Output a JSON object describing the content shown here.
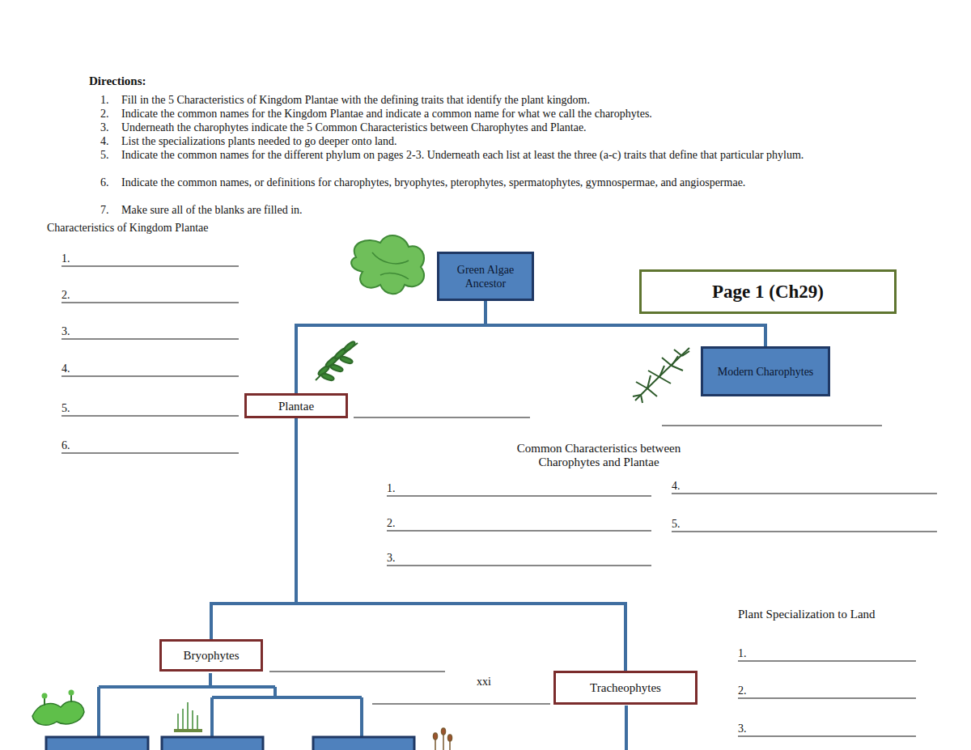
{
  "diagram": {
    "nodes": [
      {
        "text": [
          "Green Algae Ancestor"
        ]
      },
      {
        "text": [
          "Page 1 (Ch29)"
        ]
      },
      {
        "text": [
          "Modern Charophytes"
        ]
      },
      {
        "text": [
          "Plantae"
        ]
      },
      {
        "text": [
          "Bryophytes"
        ]
      },
      {
        "text": [
          "Tracheophytes"
        ]
      }
    ],
    "edges": [
      {
        "from": 0,
        "to": 3,
        "arrow": "none"
      },
      {
        "from": 0,
        "to": 2,
        "arrow": "none"
      },
      {
        "from": 3,
        "to": 4,
        "arrow": "none"
      },
      {
        "from": 3,
        "to": 5,
        "arrow": "none"
      }
    ],
    "labels": [
      "Directions:",
      "1.",
      "Fill in the 5 Characteristics of Kingdom Plantae with the defining traits that identify the plant kingdom.",
      "2.",
      "Indicate the common names for the Kingdom Plantae and indicate a common name for what we call the charophytes.",
      "3.",
      "Underneath the charophytes indicate the 5 Common Characteristics between Charophytes and Plantae.",
      "4.",
      "List the specializations plants needed to go deeper onto land.",
      "5.",
      "Indicate the common names for the different phylum on pages 2-3. Underneath each list at least the three (a-c) traits that define that particular phylum.",
      "6.",
      "Indicate the common names, or definitions for charophytes, bryophytes, pterophytes, spermatophytes, gymnospermae, and angiospermae.",
      "7.",
      "Make sure all of the blanks are filled in.",
      "Characteristics of Kingdom Plantae",
      "1.",
      "2.",
      "3.",
      "4.",
      "5.",
      "6.",
      "Common Characteristics between Charophytes and Plantae",
      "1.",
      "2.",
      "3.",
      "4.",
      "5.",
      "Plant Specialization to Land",
      "1.",
      "2.",
      "3.",
      "xxi"
    ]
  }
}
